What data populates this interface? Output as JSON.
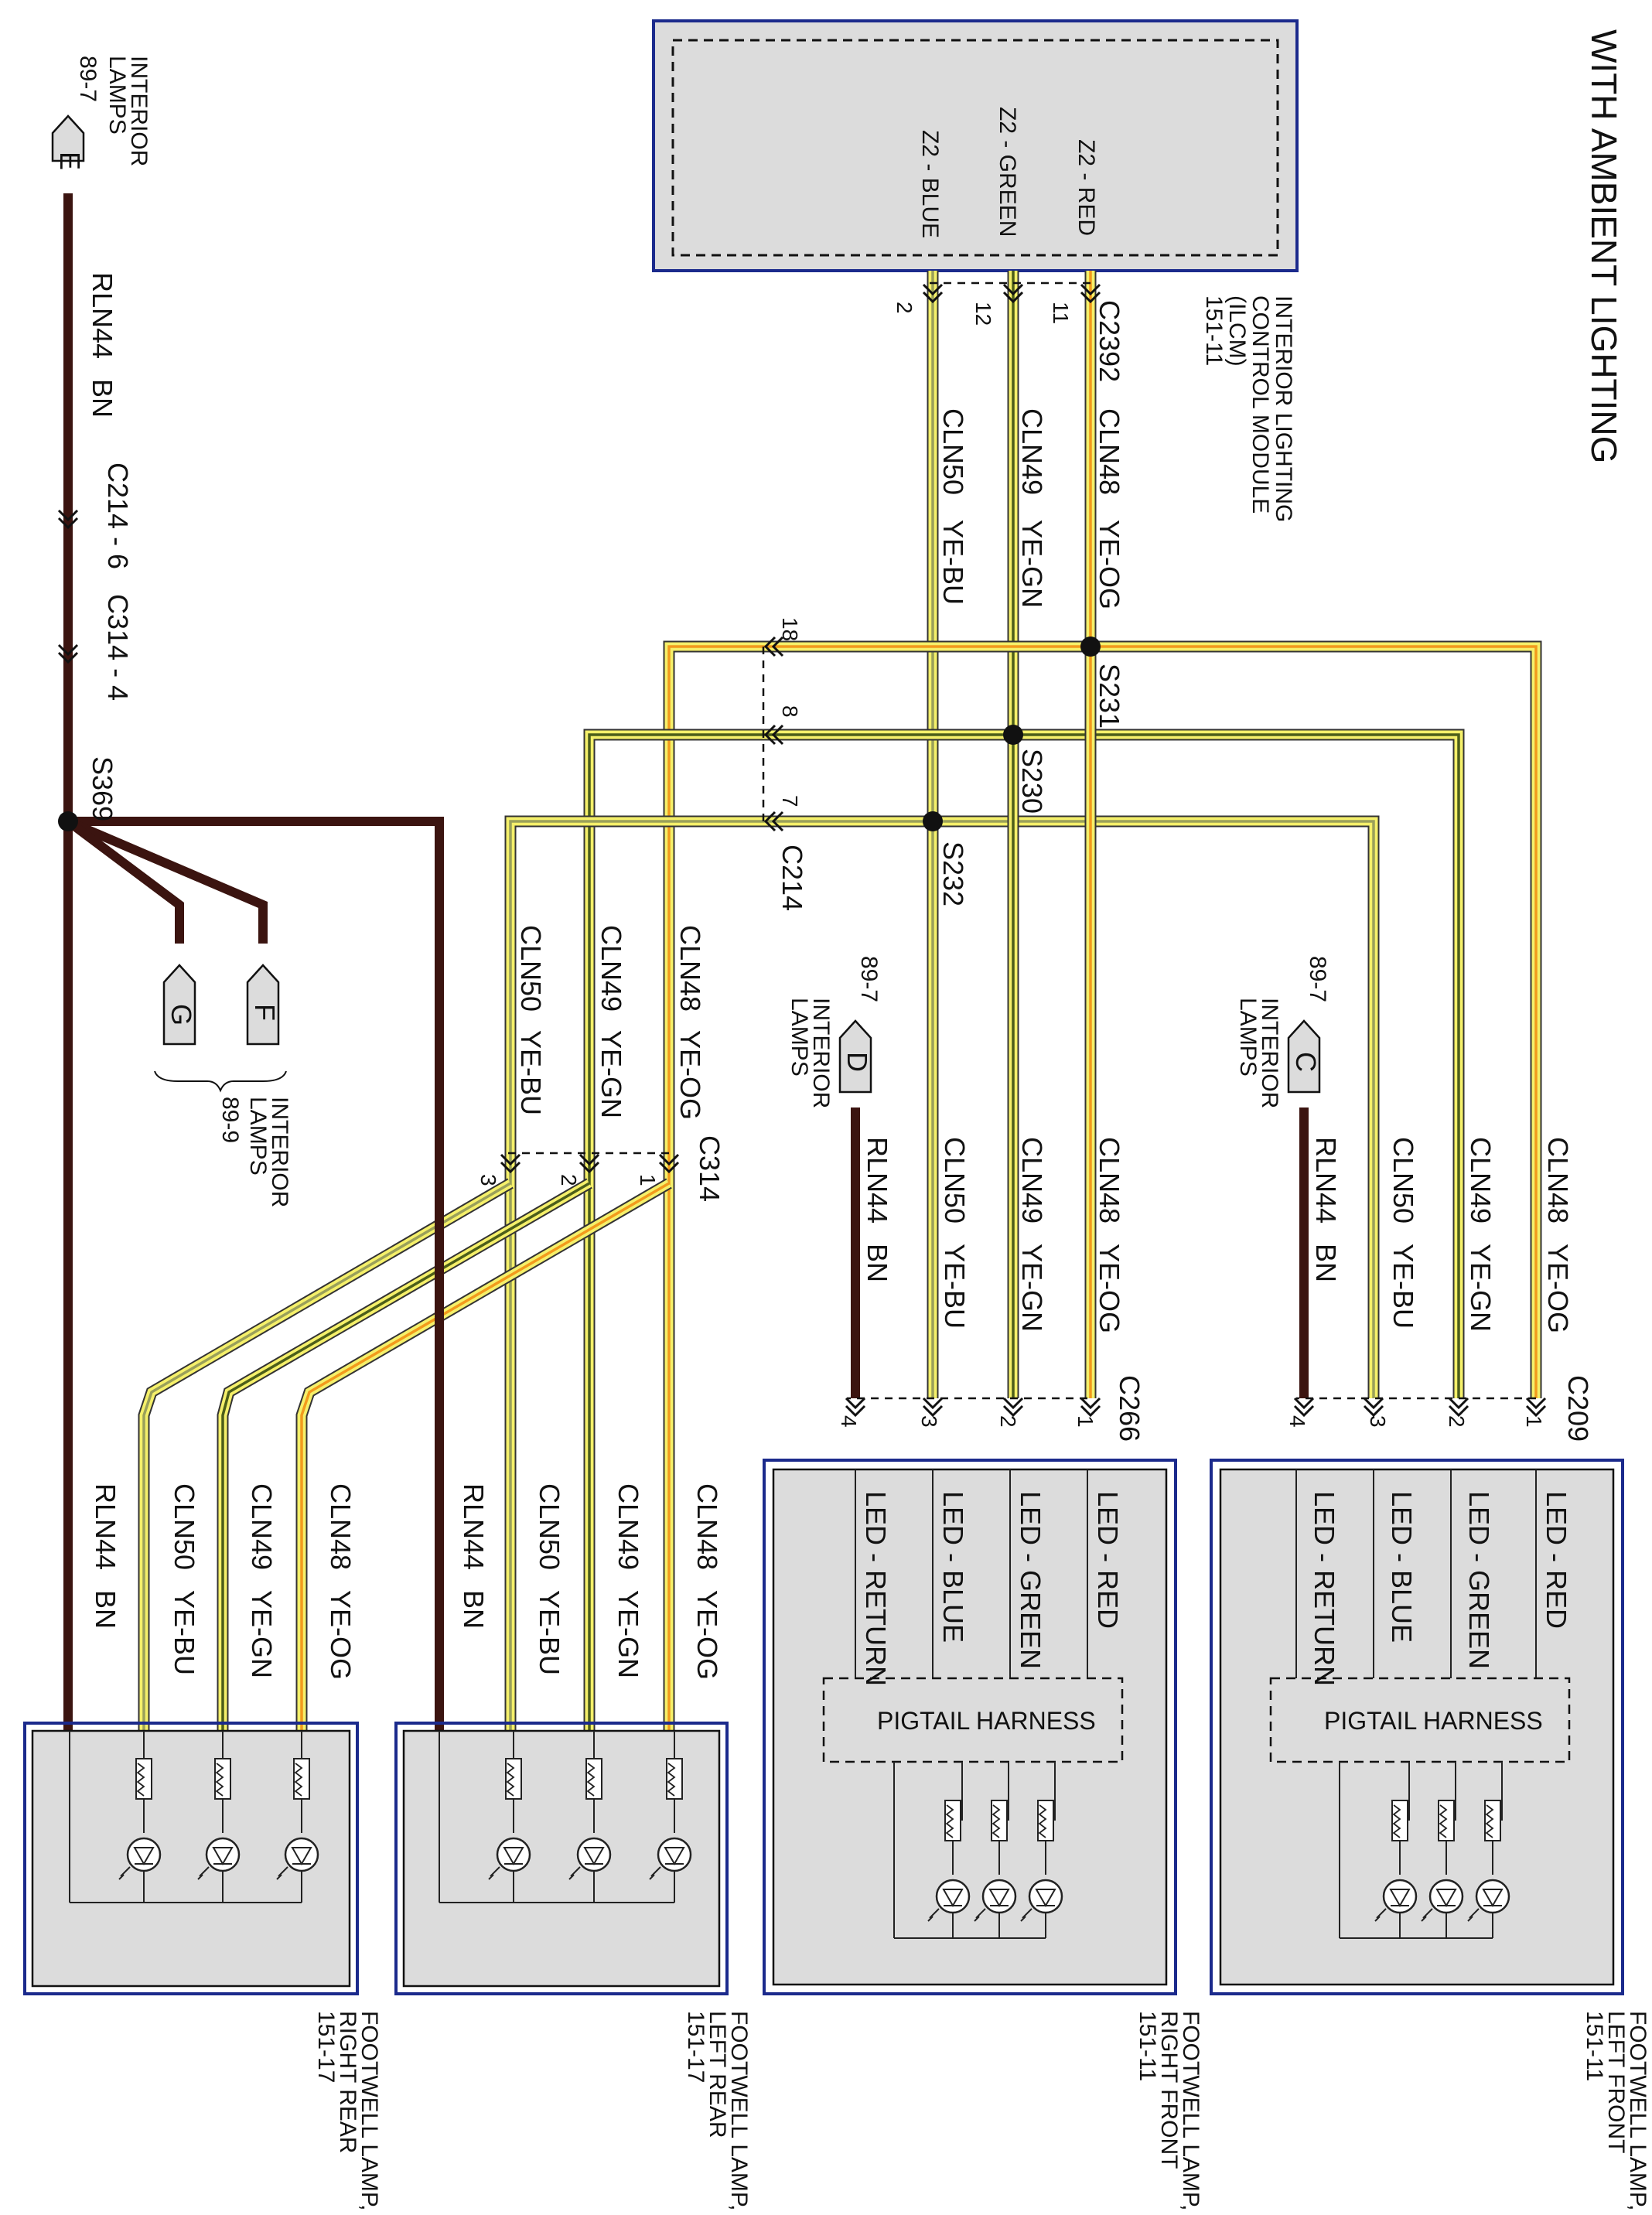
{
  "title": "WITH AMBIENT LIGHTING",
  "ilcm": {
    "label_lines": [
      "INTERIOR LIGHTING",
      "CONTROL MODULE",
      "(ILCM)",
      "151-11"
    ],
    "outputs": [
      "Z2 - RED",
      "Z2 - GREEN",
      "Z2 - BLUE"
    ],
    "connector": "C2392",
    "pins": [
      "11",
      "12",
      "2"
    ]
  },
  "wires": {
    "red": {
      "circuit": "CLN48",
      "color": "YE-OG"
    },
    "green": {
      "circuit": "CLN49",
      "color": "YE-GN"
    },
    "blue": {
      "circuit": "CLN50",
      "color": "YE-BU"
    },
    "ground": {
      "circuit": "RLN44",
      "color": "BN"
    }
  },
  "splices": {
    "red": "S231",
    "green": "S230",
    "blue": "S232",
    "ground": "S369"
  },
  "c214": {
    "label": "C214",
    "pins": [
      "18",
      "8",
      "7"
    ]
  },
  "left_chain": {
    "connector_e": "E",
    "ref": "89-7",
    "ref_label_lines": [
      "INTERIOR",
      "LAMPS"
    ],
    "inline_connectors": [
      "C214 - 6",
      "C314 - 4"
    ]
  },
  "connectors_fg": {
    "f": "F",
    "g": "G",
    "ref": "89-9",
    "ref_label_lines": [
      "INTERIOR",
      "LAMPS"
    ]
  },
  "c314": {
    "label": "C314",
    "pins": [
      "1",
      "2",
      "3"
    ]
  },
  "left_front": {
    "connector": "C209",
    "pins": [
      "1",
      "2",
      "3",
      "4"
    ],
    "ref_connector": "C",
    "ref": "89-7",
    "ref_label_lines": [
      "INTERIOR",
      "LAMPS"
    ],
    "leds": [
      "LED - RED",
      "LED - GREEN",
      "LED - BLUE",
      "LED - RETURN"
    ],
    "harness": "PIGTAIL HARNESS",
    "label_lines": [
      "FOOTWELL LAMP,",
      "LEFT FRONT",
      "151-11"
    ]
  },
  "right_front": {
    "connector": "C266",
    "pins": [
      "1",
      "2",
      "3",
      "4"
    ],
    "ref_connector": "D",
    "ref": "89-7",
    "ref_label_lines": [
      "INTERIOR",
      "LAMPS"
    ],
    "leds": [
      "LED - RED",
      "LED - GREEN",
      "LED - BLUE",
      "LED - RETURN"
    ],
    "harness": "PIGTAIL HARNESS",
    "label_lines": [
      "FOOTWELL LAMP,",
      "RIGHT FRONT",
      "151-11"
    ]
  },
  "left_rear": {
    "label_lines": [
      "FOOTWELL LAMP,",
      "LEFT REAR",
      "151-17"
    ]
  },
  "right_rear": {
    "label_lines": [
      "FOOTWELL LAMP,",
      "RIGHT REAR",
      "151-17"
    ]
  },
  "colors": {
    "wire_base": "#f5f06a",
    "stripe_orange": "#f29a1c",
    "stripe_green": "#4c5e1a",
    "stripe_blue": "#9aa05a",
    "ground": "#3b1410",
    "module_fill": "#dcdcdc",
    "module_border": "#1b2a8c"
  }
}
